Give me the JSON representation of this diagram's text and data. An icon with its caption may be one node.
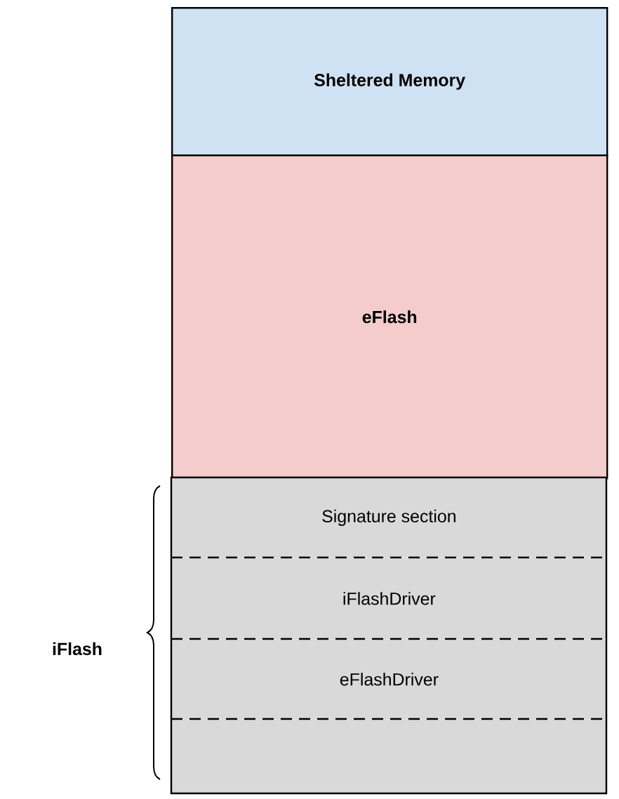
{
  "diagram": {
    "nodes": [
      {
        "text": [
          "Sheltered Memory"
        ]
      },
      {
        "text": [
          "eFlash"
        ]
      },
      {
        "text": [
          "Signature section"
        ]
      },
      {
        "text": [
          "iFlashDriver"
        ]
      },
      {
        "text": [
          "eFlashDriver"
        ]
      },
      {
        "text": [],
        "shape": "box"
      }
    ],
    "labels": [
      "iFlash"
    ]
  }
}
